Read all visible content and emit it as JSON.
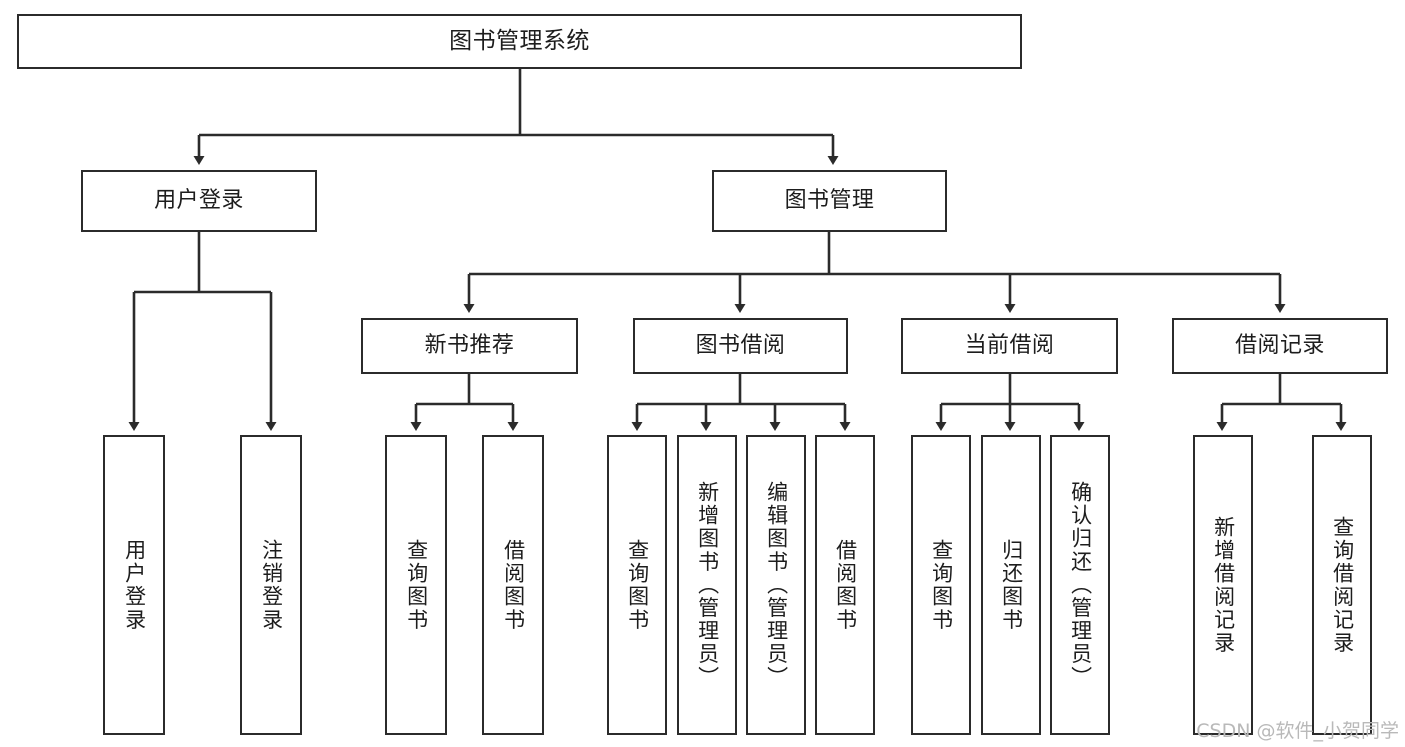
{
  "diagram": {
    "title": "图书管理系统",
    "type": "tree",
    "watermark": "CSDN @软件_小贺同学",
    "colors": {
      "box_border": "#2b2b2b",
      "box_fill": "#ffffff",
      "connector": "#2b2b2b",
      "text": "#1d1d1d",
      "watermark": "#b9b9b9",
      "background": "#ffffff"
    },
    "root": {
      "label": "图书管理系统"
    },
    "level2": [
      {
        "label": "用户登录"
      },
      {
        "label": "图书管理"
      }
    ],
    "level3": [
      {
        "label": "新书推荐"
      },
      {
        "label": "图书借阅"
      },
      {
        "label": "当前借阅"
      },
      {
        "label": "借阅记录"
      }
    ],
    "leaves": {
      "user_login": [
        {
          "label": "用户登录"
        },
        {
          "label": "注销登录"
        }
      ],
      "new_book_recommend": [
        {
          "label": "查询图书"
        },
        {
          "label": "借阅图书"
        }
      ],
      "book_borrow": [
        {
          "label": "查询图书"
        },
        {
          "label": "新增图书（管理员）"
        },
        {
          "label": "编辑图书（管理员）"
        },
        {
          "label": "借阅图书"
        }
      ],
      "current_borrow": [
        {
          "label": "查询图书"
        },
        {
          "label": "归还图书"
        },
        {
          "label": "确认归还（管理员）"
        }
      ],
      "borrow_record": [
        {
          "label": "新增借阅记录"
        },
        {
          "label": "查询借阅记录"
        }
      ]
    }
  }
}
